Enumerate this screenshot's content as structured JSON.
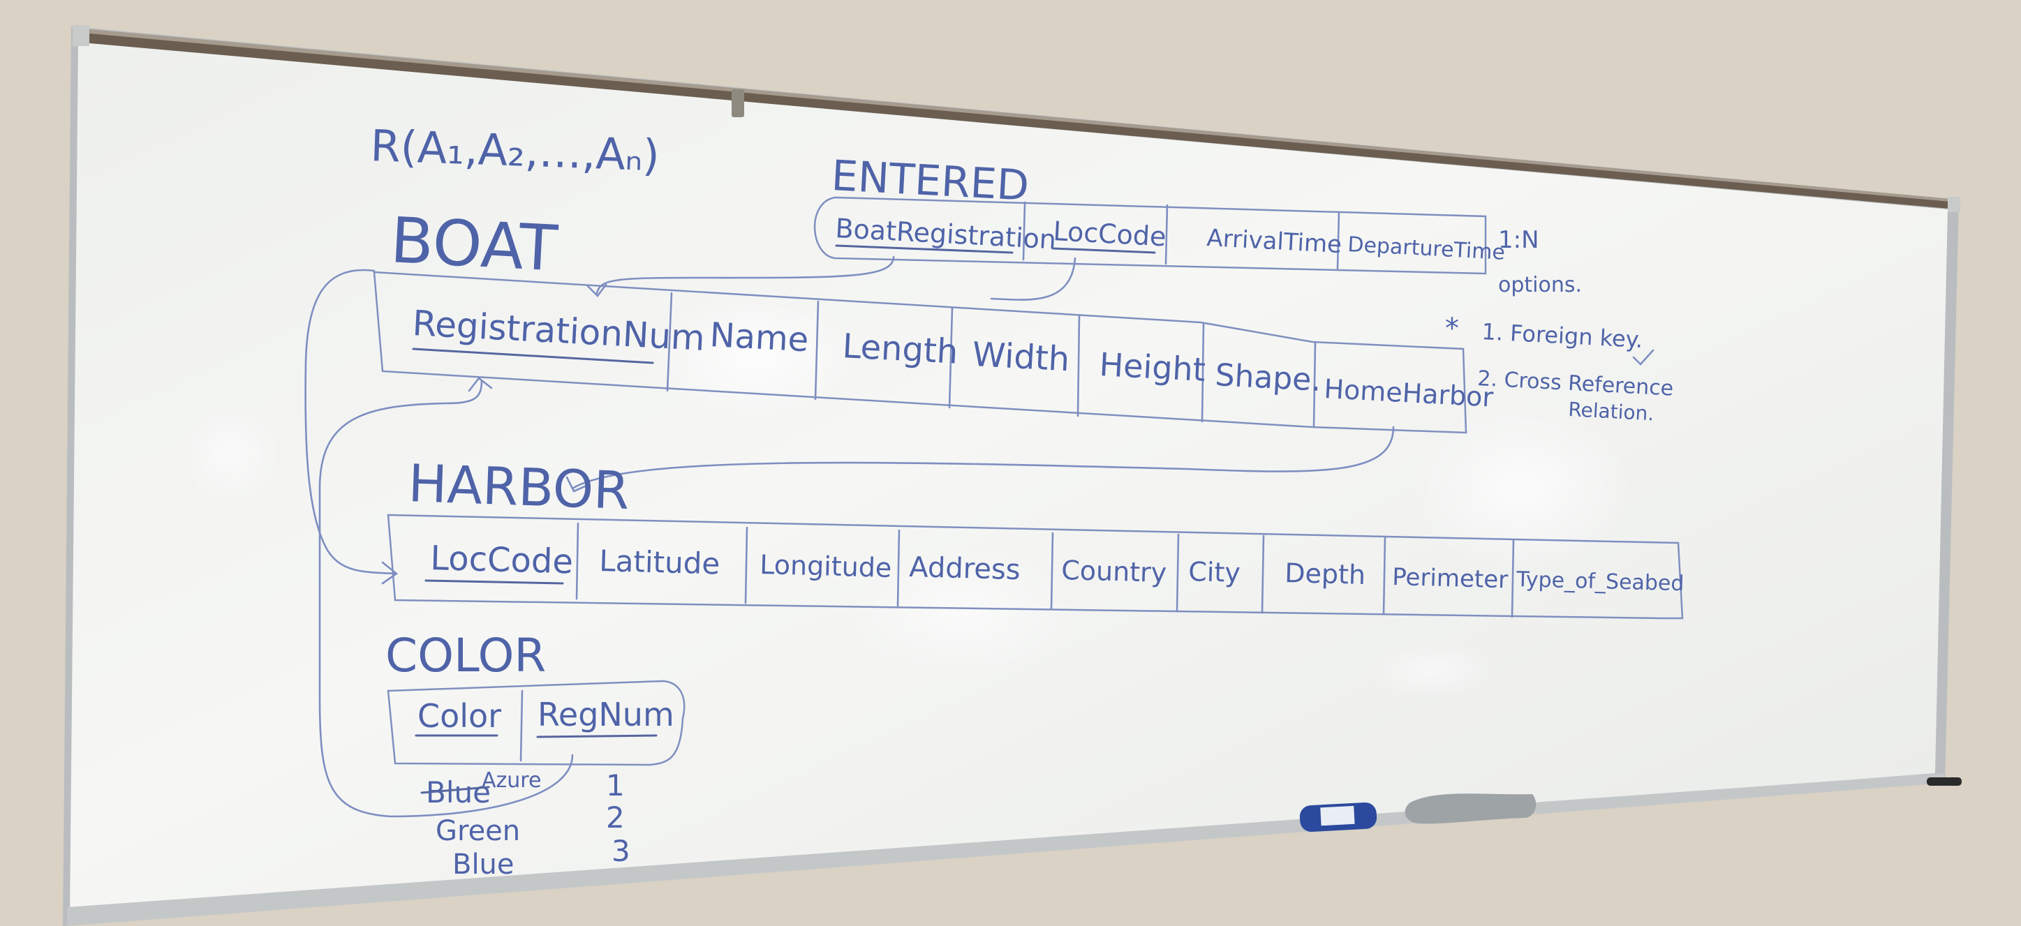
{
  "notation": "R(A₁,A₂,…,Aₙ)",
  "tables": {
    "entered": {
      "title": "ENTERED",
      "columns": [
        "BoatRegistration",
        "LocCode",
        "ArrivalTime",
        "DepartureTime"
      ],
      "side_note": [
        "1:N",
        "options."
      ]
    },
    "boat": {
      "title": "BOAT",
      "columns": [
        "RegistrationNum",
        "Name",
        "Length",
        "Width",
        "Height",
        "Shape.",
        "HomeHarbor"
      ]
    },
    "harbor": {
      "title": "HARBOR",
      "columns": [
        "LocCode",
        "Latitude",
        "Longitude",
        "Address",
        "Country",
        "City",
        "Depth",
        "Perimeter",
        "Type_of_Seabed"
      ]
    },
    "color": {
      "title": "COLOR",
      "columns": [
        "Color",
        "RegNum"
      ],
      "rows": [
        {
          "color": "Blue",
          "regnum": "1"
        },
        {
          "color": "Green",
          "regnum": "2"
        },
        {
          "color": "Blue",
          "regnum": "3"
        }
      ],
      "crossed_out": "Azure"
    }
  },
  "notes": {
    "star": "*",
    "item1": "1. Foreign key.",
    "item2a": "2. Cross Reference",
    "item2b": "Relation."
  },
  "colors": {
    "wall": "#d9d2c5",
    "board": "#f2f4f3",
    "frame": "#b9bdbf",
    "marker": "#4f63a8",
    "rail": "#6b5e50"
  }
}
